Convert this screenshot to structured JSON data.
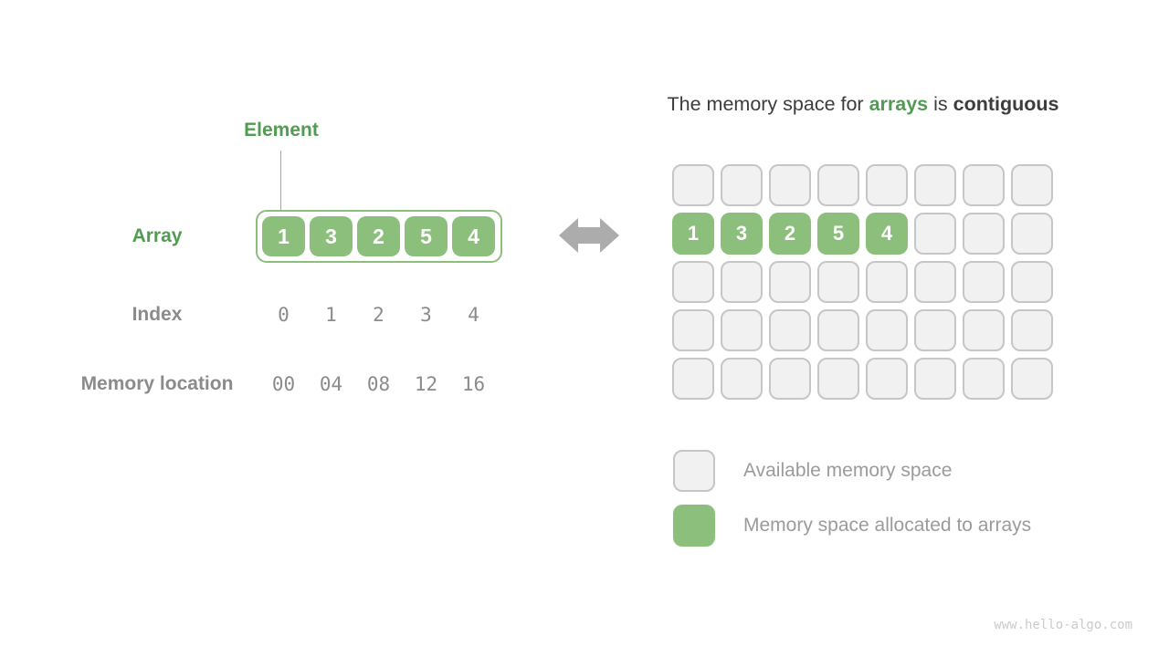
{
  "colors": {
    "accent_green": "#519c52",
    "cell_green": "#8cbe7c",
    "gray_text": "#8b8b8b",
    "legend_text": "#9b9b9b",
    "available_fill": "#f1f1f1",
    "available_border": "#c6c6c6",
    "arrow_gray": "#acacac",
    "title_text": "#3c3c3c"
  },
  "left_panel": {
    "element_label": "Element",
    "array_label": "Array",
    "array_values": [
      "1",
      "3",
      "2",
      "5",
      "4"
    ],
    "index_label": "Index",
    "index_values": [
      "0",
      "1",
      "2",
      "3",
      "4"
    ],
    "memory_label": "Memory location",
    "memory_values": [
      "00",
      "04",
      "08",
      "12",
      "16"
    ]
  },
  "arrow_icon": "double-headed-arrow",
  "right_panel": {
    "title": {
      "part1": "The memory space for ",
      "highlight": "arrays",
      "part2": " is ",
      "bold_word": "contiguous"
    },
    "grid": {
      "rows": 5,
      "cols": 8,
      "allocated_row": 1,
      "allocated_values": [
        "1",
        "3",
        "2",
        "5",
        "4"
      ]
    },
    "legend": [
      {
        "type": "available",
        "label": "Available memory space"
      },
      {
        "type": "allocated",
        "label": "Memory space allocated to arrays"
      }
    ]
  },
  "watermark": "www.hello-algo.com"
}
